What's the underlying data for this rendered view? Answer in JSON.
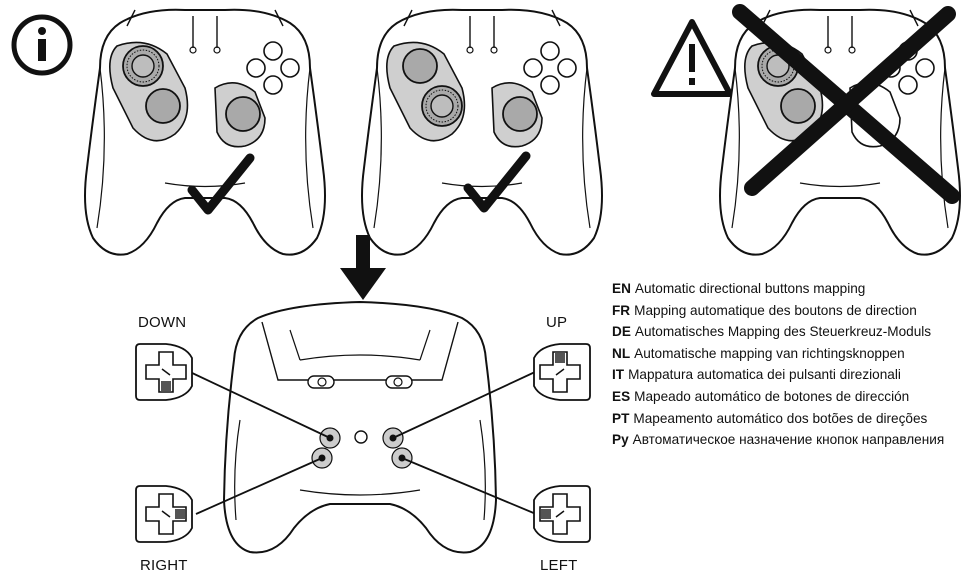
{
  "icons": {
    "info": "info-icon",
    "warning": "warning-icon",
    "check": "checkmark-icon",
    "cross": "cross-icon",
    "arrow": "arrow-down-icon"
  },
  "labels": {
    "down": "DOWN",
    "up": "UP",
    "right": "RIGHT",
    "left": "LEFT"
  },
  "languages": [
    {
      "code": "EN",
      "text": "Automatic directional buttons mapping"
    },
    {
      "code": "FR",
      "text": "Mapping automatique des boutons de direction"
    },
    {
      "code": "DE",
      "text": "Automatisches Mapping des Steuerkreuz-Moduls"
    },
    {
      "code": "NL",
      "text": "Automatische mapping van richtingsknoppen"
    },
    {
      "code": "IT",
      "text": "Mappatura automatica dei pulsanti direzionali"
    },
    {
      "code": "ES",
      "text": "Mapeado automático de botones de dirección"
    },
    {
      "code": "PT",
      "text": "Mapeamento automático dos botões de direções"
    },
    {
      "code": "Ру",
      "text": "Автоматическое назначение кнопок направления"
    }
  ],
  "colors": {
    "line": "#111111",
    "module_fill": "#a9a9a9",
    "highlight": "#cccccc",
    "dpad_mark": "#555555"
  }
}
